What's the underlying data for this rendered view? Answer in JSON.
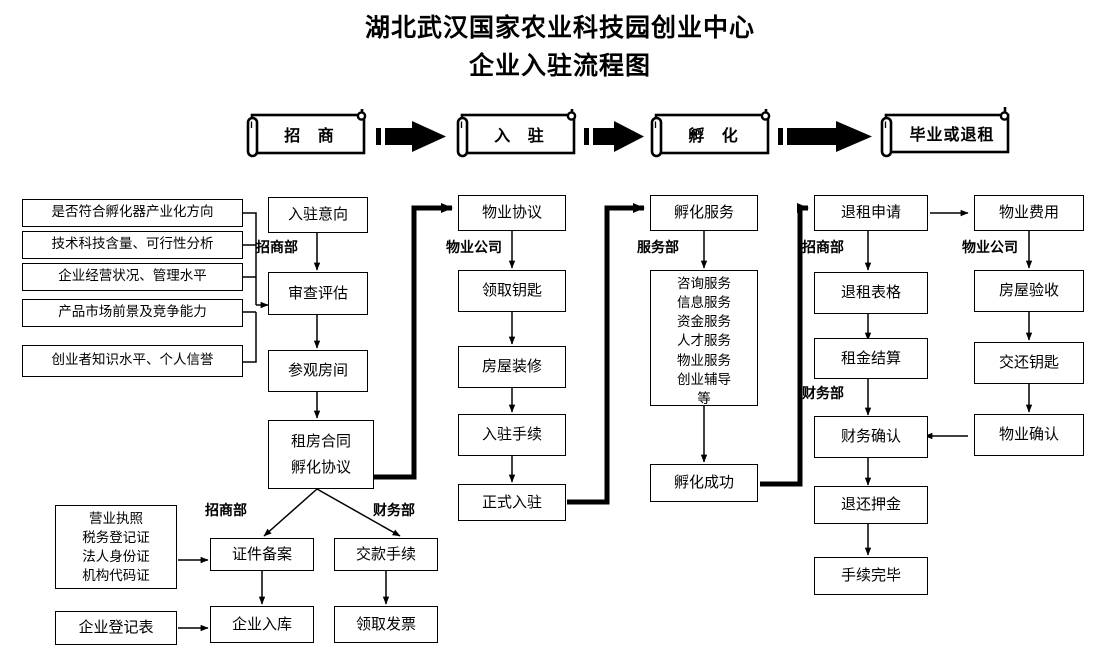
{
  "title": {
    "line1": "湖北武汉国家农业科技园创业中心",
    "line2": "企业入驻流程图"
  },
  "stages": [
    {
      "label": "招 商"
    },
    {
      "label": "入 驻"
    },
    {
      "label": "孵 化"
    },
    {
      "label": "毕业或退租"
    }
  ],
  "stage_arrow_icon": "thick-right-arrow",
  "criteria": [
    {
      "label": "是否符合孵化器产业化方向"
    },
    {
      "label": "技术科技含量、可行性分析"
    },
    {
      "label": "企业经营状况、管理水平"
    },
    {
      "label": "产品市场前景及竞争能力"
    },
    {
      "label": "创业者知识水平、个人信誉"
    }
  ],
  "col_investment": {
    "dept": "招商部",
    "intent": "入驻意向",
    "review": "审查评估",
    "visit": "参观房间",
    "contract_line1": "租房合同",
    "contract_line2": "孵化协议"
  },
  "col_movein": {
    "dept": "物业公司",
    "agreement": "物业协议",
    "keys": "领取钥匙",
    "renovation": "房屋装修",
    "procedures": "入驻手续",
    "official": "正式入驻"
  },
  "col_incubation": {
    "dept": "服务部",
    "service": "孵化服务",
    "items": "咨询服务\n信息服务\n资金服务\n人才服务\n物业服务\n创业辅导\n等",
    "success": "孵化成功"
  },
  "col_exit": {
    "dept1": "招商部",
    "dept2": "财务部",
    "application": "退租申请",
    "form": "退租表格",
    "settlement": "租金结算",
    "finance_confirm": "财务确认",
    "deposit_refund": "退还押金",
    "completed": "手续完毕"
  },
  "col_property": {
    "dept": "物业公司",
    "fee": "物业费用",
    "inspection": "房屋验收",
    "return_keys": "交还钥匙",
    "confirm": "物业确认"
  },
  "bottom": {
    "dept_left": "招商部",
    "dept_right": "财务部",
    "documents": "营业执照\n税务登记证\n法人身份证\n机构代码证",
    "registration_form": "企业登记表",
    "filing": "证件备案",
    "enterprise_db": "企业入库",
    "payment": "交款手续",
    "invoice": "领取发票"
  },
  "colors": {
    "stroke": "#000000",
    "background": "#ffffff",
    "text": "#000000"
  }
}
